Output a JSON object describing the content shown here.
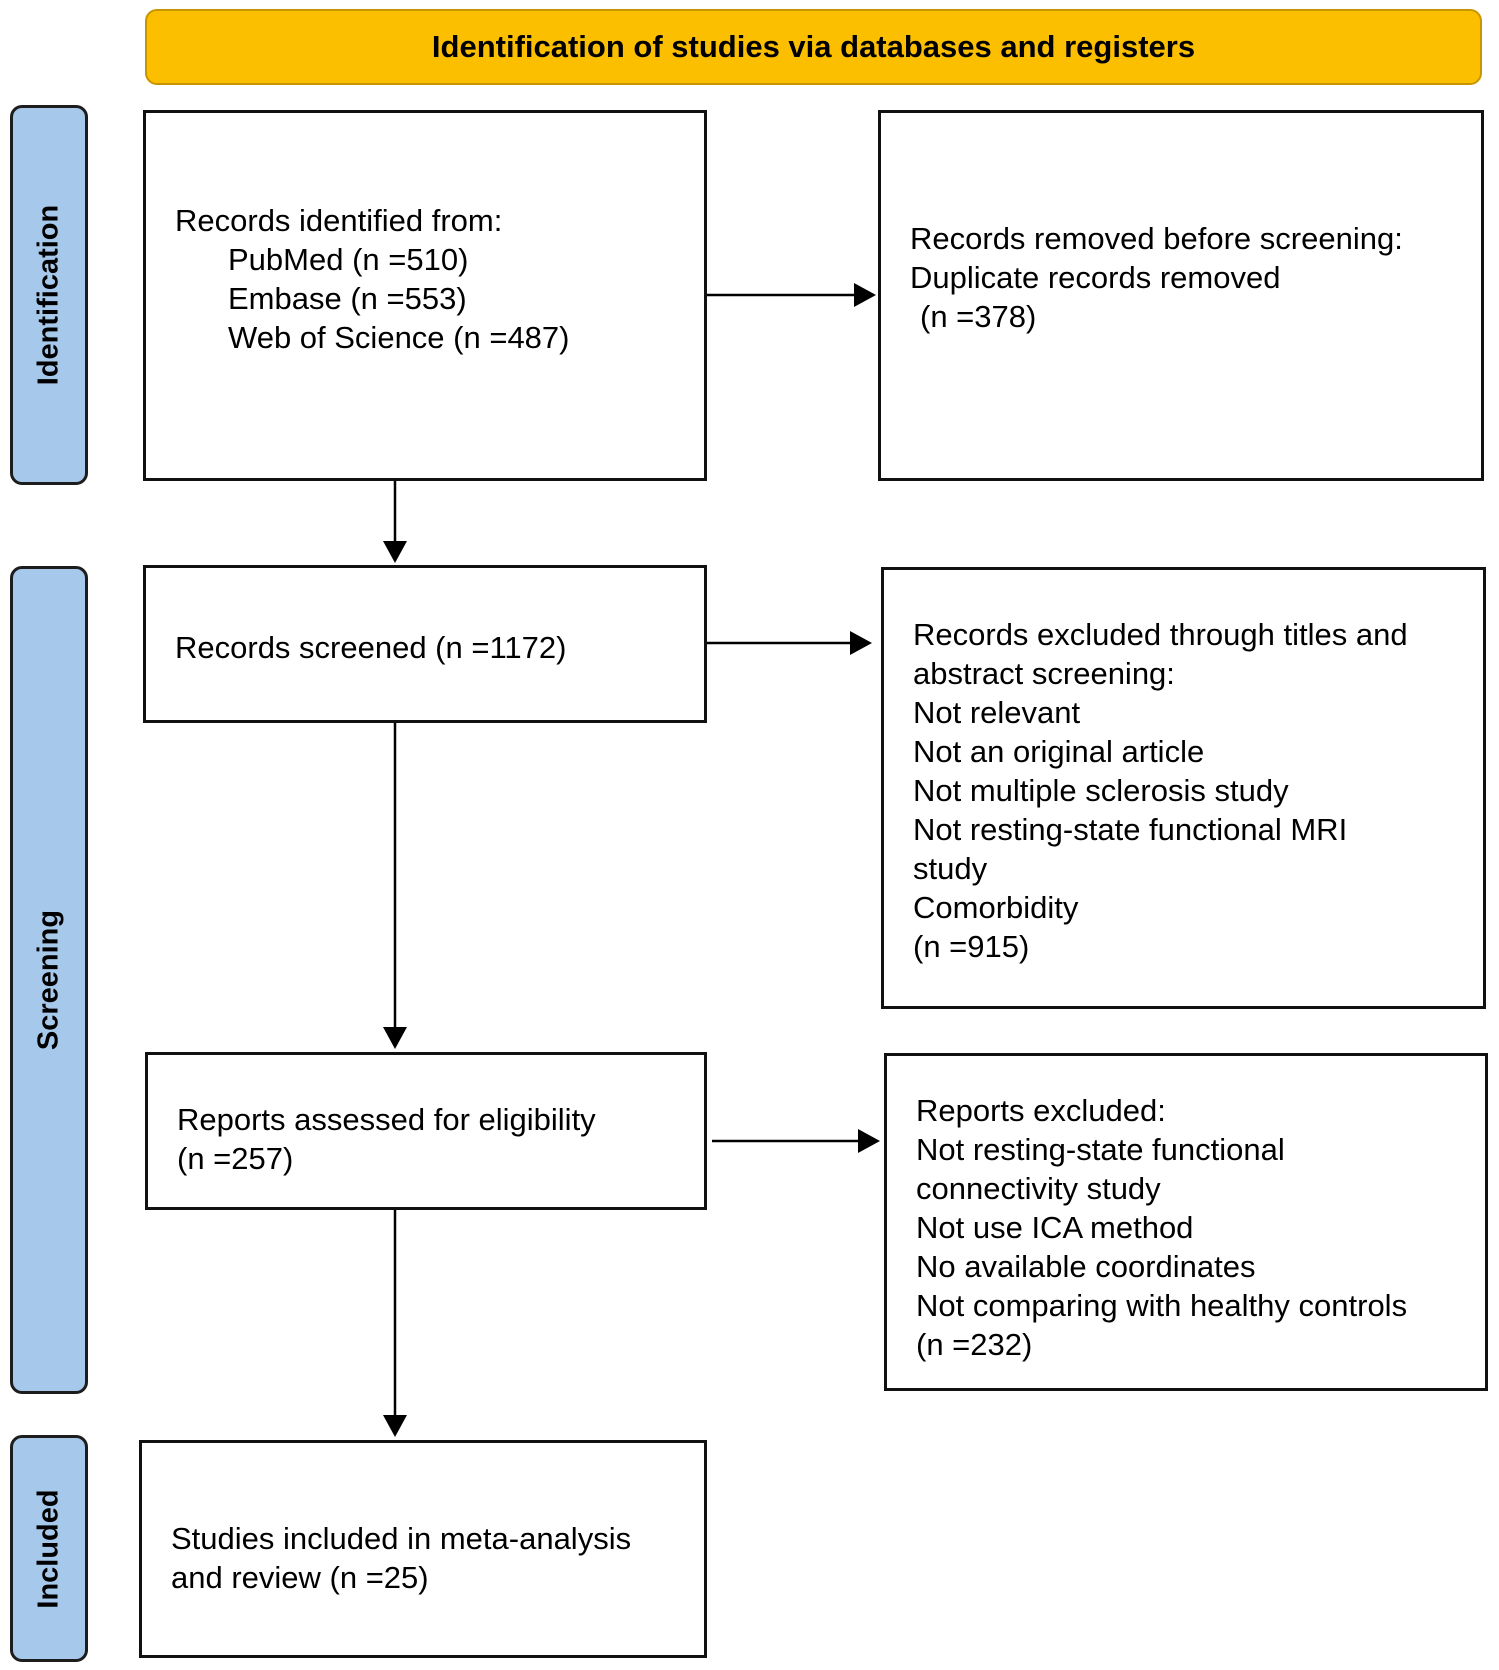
{
  "header": {
    "title": "Identification of studies via databases and registers"
  },
  "phases": {
    "identification": "Identification",
    "screening": "Screening",
    "included": "Included"
  },
  "identified": {
    "heading": "Records identified from:",
    "sources": [
      "PubMed (n =510)",
      "Embase (n =553)",
      "Web of Science (n =487)"
    ]
  },
  "removed": {
    "lines": [
      "Records removed before screening:",
      "Duplicate records removed",
      "(n =378)"
    ]
  },
  "screened": {
    "text": "Records screened (n =1172)"
  },
  "excluded_screening": {
    "lines": [
      "Records excluded through titles and",
      "abstract screening:",
      "Not relevant",
      "Not an original article",
      "Not multiple sclerosis study",
      "Not resting-state functional MRI",
      "study",
      "Comorbidity",
      "(n =915)"
    ]
  },
  "eligibility": {
    "lines": [
      "Reports assessed for eligibility",
      "(n =257)"
    ]
  },
  "reports_excluded": {
    "lines": [
      "Reports excluded:",
      "Not resting-state functional",
      "connectivity study",
      "Not use ICA method",
      "No available coordinates",
      "Not comparing with healthy controls",
      "(n =232)"
    ]
  },
  "included": {
    "lines": [
      "Studies included in meta-analysis",
      "and review (n =25)"
    ]
  }
}
